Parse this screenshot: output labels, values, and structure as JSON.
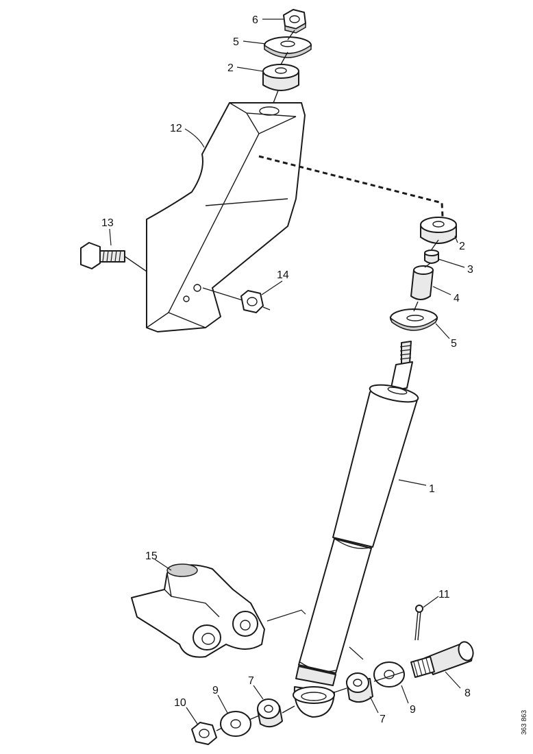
{
  "diagram": {
    "callouts": [
      {
        "id": "c6-top",
        "text": "6"
      },
      {
        "id": "c5-top",
        "text": "5"
      },
      {
        "id": "c2-top",
        "text": "2"
      },
      {
        "id": "c12",
        "text": "12"
      },
      {
        "id": "c13",
        "text": "13"
      },
      {
        "id": "c14",
        "text": "14"
      },
      {
        "id": "c2-right",
        "text": "2"
      },
      {
        "id": "c3",
        "text": "3"
      },
      {
        "id": "c4",
        "text": "4"
      },
      {
        "id": "c5-right",
        "text": "5"
      },
      {
        "id": "c1",
        "text": "1"
      },
      {
        "id": "c15",
        "text": "15"
      },
      {
        "id": "c11",
        "text": "11"
      },
      {
        "id": "c8",
        "text": "8"
      },
      {
        "id": "c9-right",
        "text": "9"
      },
      {
        "id": "c7-right",
        "text": "7"
      },
      {
        "id": "c7-left",
        "text": "7"
      },
      {
        "id": "c9-left",
        "text": "9"
      },
      {
        "id": "c10",
        "text": "10"
      }
    ],
    "drawing_reference": "363 863"
  }
}
